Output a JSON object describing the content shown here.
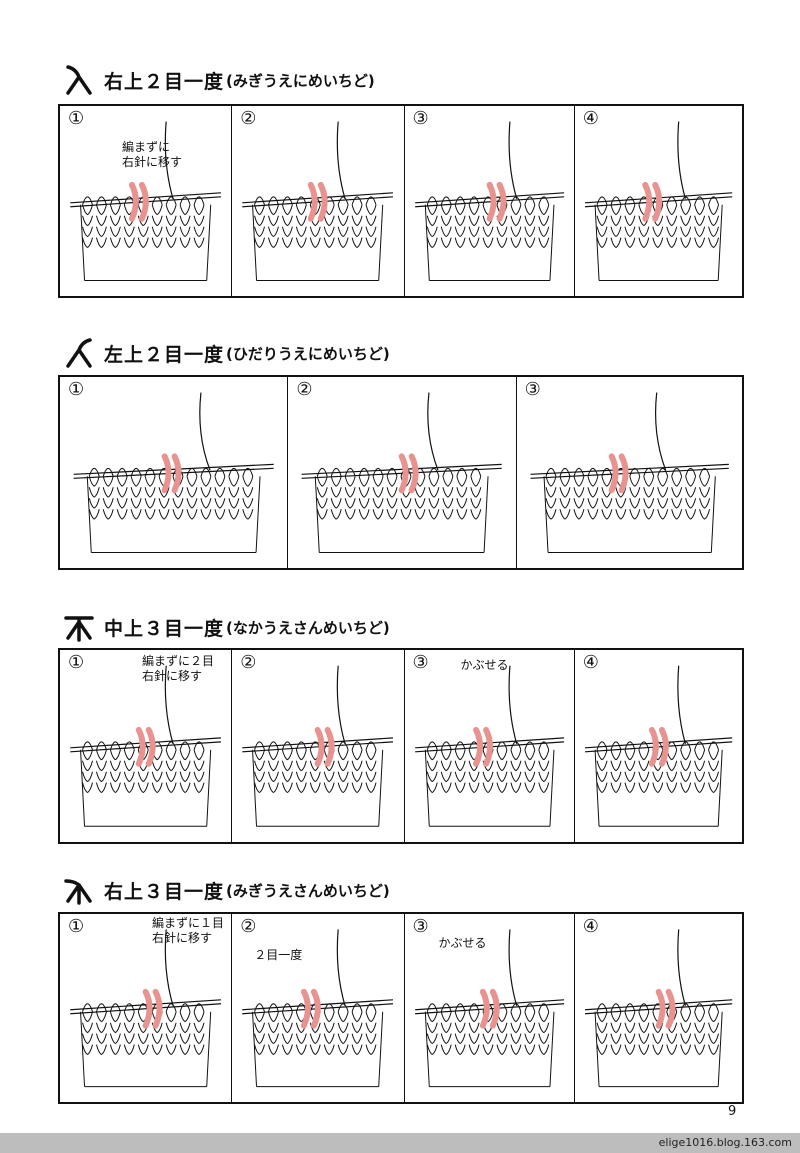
{
  "sections": [
    {
      "title": "右上２目一度",
      "reading": "(みぎうえにめいちど)",
      "symbol_icon": "right-over-2-together-icon",
      "steps": [
        {
          "num": "①",
          "note": "編まずに\n右針に移す"
        },
        {
          "num": "②",
          "note": ""
        },
        {
          "num": "③",
          "note": ""
        },
        {
          "num": "④",
          "note": ""
        }
      ]
    },
    {
      "title": "左上２目一度",
      "reading": "(ひだりうえにめいちど)",
      "symbol_icon": "left-over-2-together-icon",
      "steps": [
        {
          "num": "①",
          "note": ""
        },
        {
          "num": "②",
          "note": ""
        },
        {
          "num": "③",
          "note": ""
        }
      ]
    },
    {
      "title": "中上３目一度",
      "reading": "(なかうえさんめいちど)",
      "symbol_icon": "center-3-together-icon",
      "steps": [
        {
          "num": "①",
          "note": "編まずに２目\n右針に移す"
        },
        {
          "num": "②",
          "note": ""
        },
        {
          "num": "③",
          "note": "かぶせる"
        },
        {
          "num": "④",
          "note": ""
        }
      ]
    },
    {
      "title": "右上３目一度",
      "reading": "(みぎうえさんめいちど)",
      "symbol_icon": "right-over-3-together-icon",
      "steps": [
        {
          "num": "①",
          "note": "編まずに１目\n右針に移す"
        },
        {
          "num": "②",
          "note": "２目一度"
        },
        {
          "num": "③",
          "note": "かぶせる"
        },
        {
          "num": "④",
          "note": ""
        }
      ]
    }
  ],
  "page_number": "9",
  "footer": "elige1016.blog.163.com",
  "colors": {
    "stitch_highlight": "#e8938f",
    "line": "#111111",
    "footer_bar": "#bdbdbd"
  }
}
